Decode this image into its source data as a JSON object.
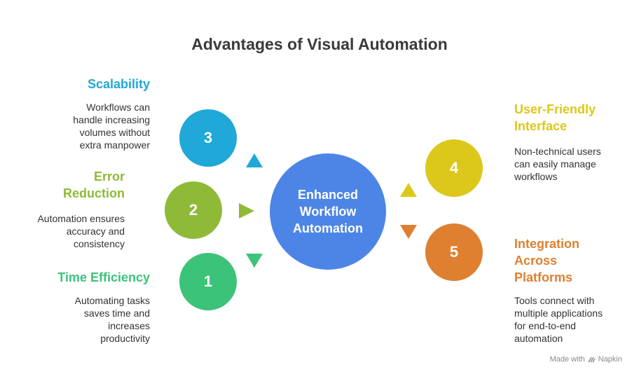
{
  "title": "Advantages of Visual Automation",
  "center": {
    "lines": [
      "Enhanced",
      "Workflow",
      "Automation"
    ],
    "color": "#4d85e6"
  },
  "items": [
    {
      "number": "3",
      "heading": "Scalability",
      "description": [
        "Workflows can",
        "handle increasing",
        "volumes without",
        "extra manpower"
      ],
      "color": "#1fa8d8"
    },
    {
      "number": "2",
      "heading_lines": [
        "Error",
        "Reduction"
      ],
      "description": [
        "Automation ensures",
        "accuracy and",
        "consistency"
      ],
      "color": "#8fba38"
    },
    {
      "number": "1",
      "heading": "Time Efficiency",
      "description": [
        "Automating tasks",
        "saves time and",
        "increases",
        "productivity"
      ],
      "color": "#3cc37a"
    },
    {
      "number": "4",
      "heading_lines": [
        "User-Friendly",
        "Interface"
      ],
      "description": [
        "Non-technical users",
        "can easily manage",
        "workflows"
      ],
      "color": "#dcc81a"
    },
    {
      "number": "5",
      "heading_lines": [
        "Integration",
        "Across",
        "Platforms"
      ],
      "description": [
        "Tools connect with",
        "multiple applications",
        "for end-to-end",
        "automation"
      ],
      "color": "#de8030"
    }
  ],
  "footer": {
    "made_with": "Made with",
    "brand": "Napkin"
  }
}
